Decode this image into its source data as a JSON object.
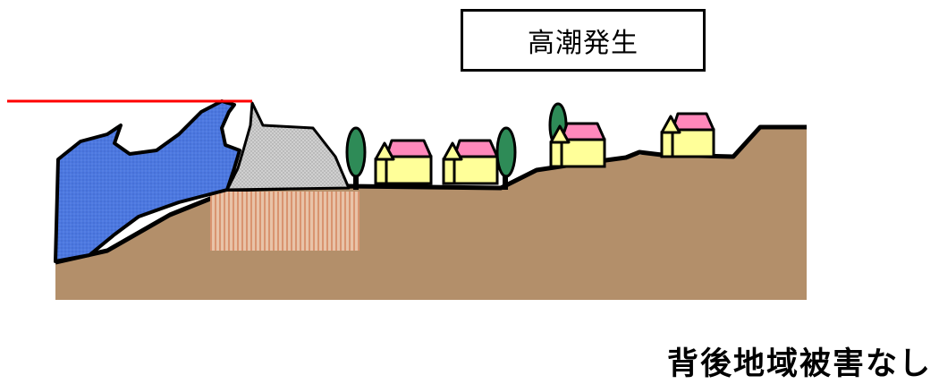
{
  "diagram": {
    "title": "高潮発生",
    "result_caption": "背後地域被害なし",
    "colors": {
      "ground": "#b38f6a",
      "sea": "#4c78e0",
      "tide_line": "#ff0000",
      "embankment": "#cfcfcf",
      "foundation": "#dca88a",
      "tree": "#2e8b57",
      "house_wall": "#ffff99",
      "house_roof": "#ff88bb"
    },
    "icons": [
      "house-icon",
      "tree-icon",
      "embankment",
      "sea-wave",
      "high-tide-line"
    ]
  }
}
